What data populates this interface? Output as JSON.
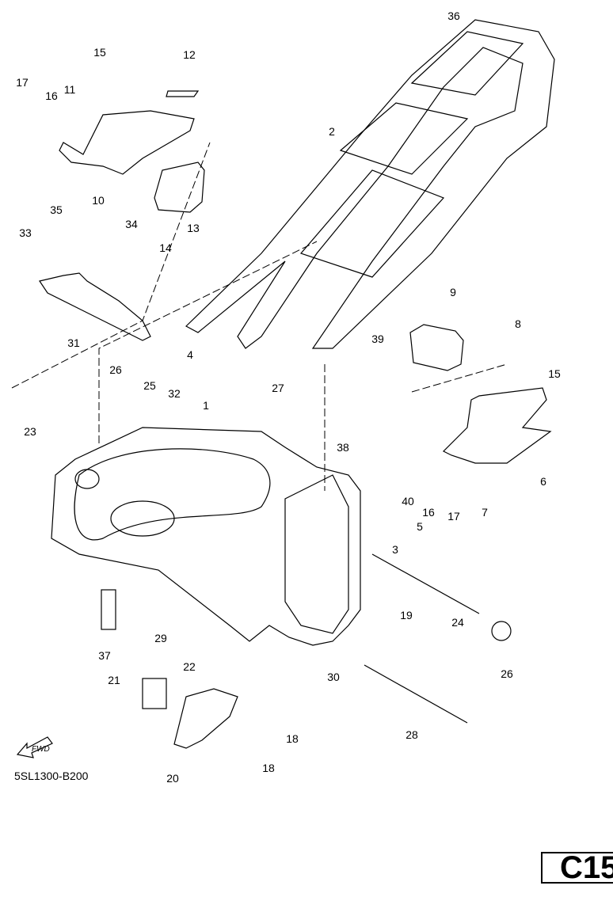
{
  "diagram": {
    "title": "Frame exploded parts diagram",
    "drawing_code": "5SL1300-B200",
    "page_ref": "C15",
    "direction_marker": "FWD",
    "part_labels": [
      {
        "id": "1",
        "text": "1"
      },
      {
        "id": "2",
        "text": "2"
      },
      {
        "id": "3",
        "text": "3"
      },
      {
        "id": "4",
        "text": "4"
      },
      {
        "id": "5",
        "text": "5"
      },
      {
        "id": "6",
        "text": "6"
      },
      {
        "id": "7a",
        "text": "7"
      },
      {
        "id": "8",
        "text": "8"
      },
      {
        "id": "9",
        "text": "9"
      },
      {
        "id": "10",
        "text": "10"
      },
      {
        "id": "11",
        "text": "11"
      },
      {
        "id": "12",
        "text": "12"
      },
      {
        "id": "13",
        "text": "13"
      },
      {
        "id": "14",
        "text": "14"
      },
      {
        "id": "15a",
        "text": "15"
      },
      {
        "id": "15b",
        "text": "15"
      },
      {
        "id": "16a",
        "text": "16"
      },
      {
        "id": "16b",
        "text": "16"
      },
      {
        "id": "17a",
        "text": "17"
      },
      {
        "id": "17b",
        "text": "17"
      },
      {
        "id": "18a",
        "text": "18"
      },
      {
        "id": "18b",
        "text": "18"
      },
      {
        "id": "19",
        "text": "19"
      },
      {
        "id": "20",
        "text": "20"
      },
      {
        "id": "21",
        "text": "21"
      },
      {
        "id": "22",
        "text": "22"
      },
      {
        "id": "23",
        "text": "23"
      },
      {
        "id": "24",
        "text": "24"
      },
      {
        "id": "25",
        "text": "25"
      },
      {
        "id": "26a",
        "text": "26"
      },
      {
        "id": "26b",
        "text": "26"
      },
      {
        "id": "27",
        "text": "27"
      },
      {
        "id": "28",
        "text": "28"
      },
      {
        "id": "29",
        "text": "29"
      },
      {
        "id": "30",
        "text": "30"
      },
      {
        "id": "31",
        "text": "31"
      },
      {
        "id": "32",
        "text": "32"
      },
      {
        "id": "33",
        "text": "33"
      },
      {
        "id": "34",
        "text": "34"
      },
      {
        "id": "35",
        "text": "35"
      },
      {
        "id": "36",
        "text": "36"
      },
      {
        "id": "37",
        "text": "37"
      },
      {
        "id": "38",
        "text": "38"
      },
      {
        "id": "39",
        "text": "39"
      },
      {
        "id": "40",
        "text": "40"
      }
    ]
  }
}
